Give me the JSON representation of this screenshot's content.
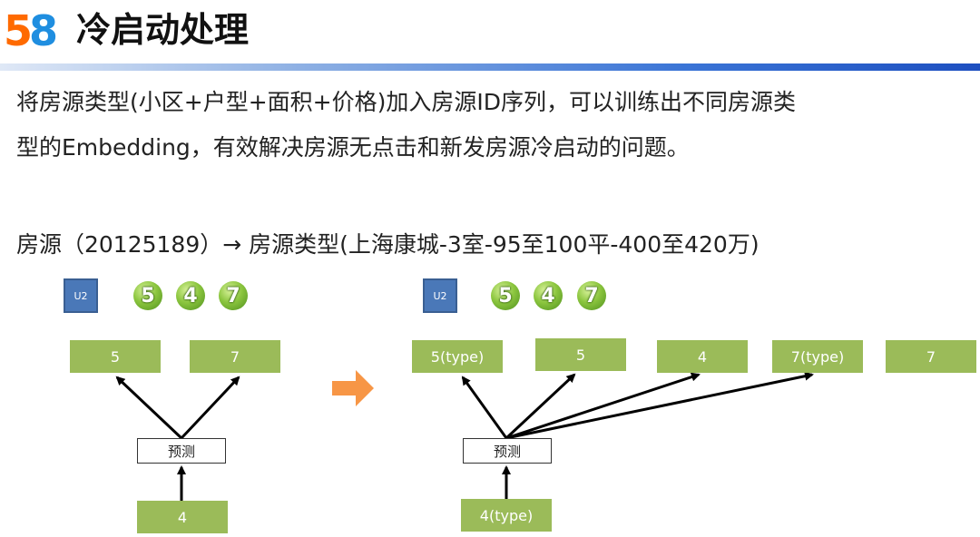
{
  "header": {
    "logo_5": "5",
    "logo_8": "8",
    "title": "冷启动处理"
  },
  "body": {
    "para_line1": "将房源类型(小区+户型+面积+价格)加入房源ID序列，可以训练出不同房源类",
    "para_line2": "型的Embedding，有效解决房源无点击和新发房源冷启动的问题。",
    "example": "房源（20125189）→ 房源类型(上海康城-3室-95至100平-400至420万)"
  },
  "left_diagram": {
    "user": "U2",
    "sequence": [
      "5",
      "4",
      "7"
    ],
    "targets": [
      "5",
      "7"
    ],
    "predict": "预测",
    "input": "4"
  },
  "right_diagram": {
    "user": "U2",
    "sequence": [
      "5",
      "4",
      "7"
    ],
    "targets": [
      "5(type)",
      "5",
      "4",
      "7(type)",
      "7"
    ],
    "predict": "预测",
    "input": "4(type)"
  },
  "colors": {
    "box_green": "#9bbb59",
    "user_blue": "#4a78b8",
    "arrow_orange": "#f79646",
    "logo_orange": "#ff6a00",
    "logo_blue": "#1f8ee0"
  }
}
